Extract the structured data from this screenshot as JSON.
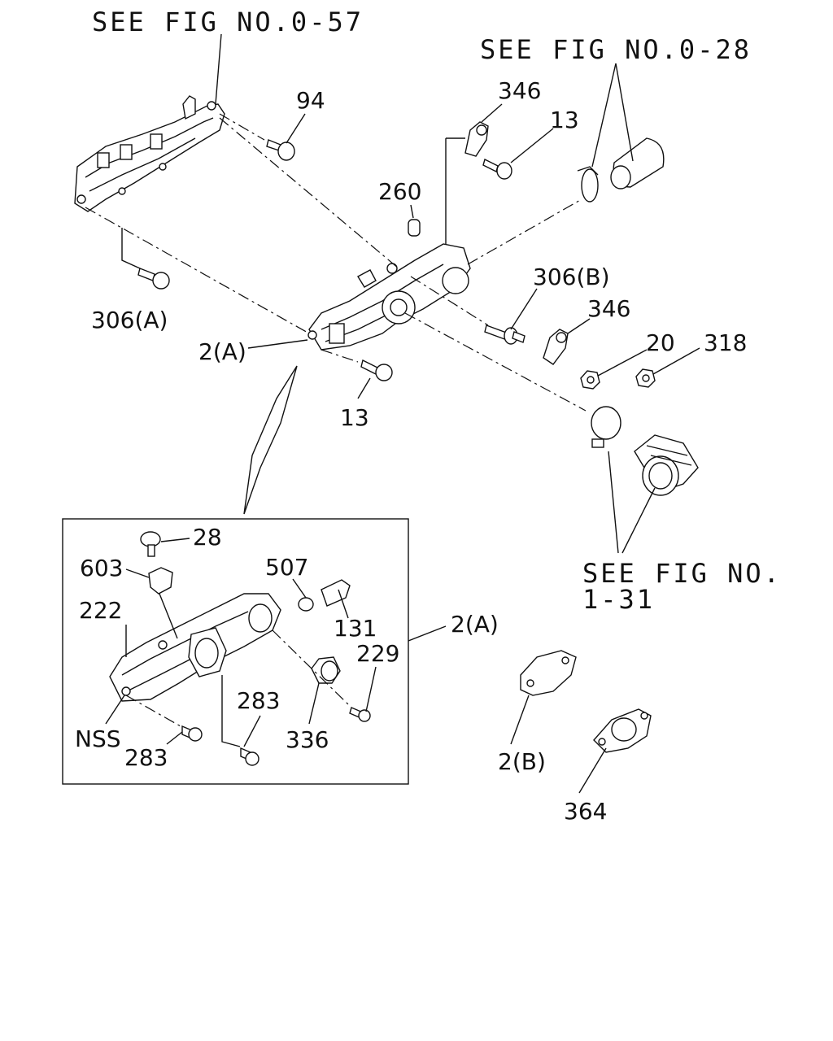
{
  "references": {
    "fig_0_57": "SEE FIG NO.0-57",
    "fig_0_28": "SEE FIG NO.0-28",
    "fig_1_31_line1": "SEE FIG NO.",
    "fig_1_31_line2": "1-31"
  },
  "labels": {
    "p94": "94",
    "p346_top": "346",
    "p13_top": "13",
    "p260": "260",
    "p306a": "306(A)",
    "p306b": "306(B)",
    "p346_mid": "346",
    "p20": "20",
    "p318": "318",
    "p2a_main": "2(A)",
    "p13_bottom": "13",
    "p28": "28",
    "p603": "603",
    "p507": "507",
    "p222": "222",
    "p131": "131",
    "p2a_inset": "2(A)",
    "p229": "229",
    "p283_mid": "283",
    "p336": "336",
    "nss": "NSS",
    "p283_bottom": "283",
    "p2b": "2(B)",
    "p364": "364"
  }
}
